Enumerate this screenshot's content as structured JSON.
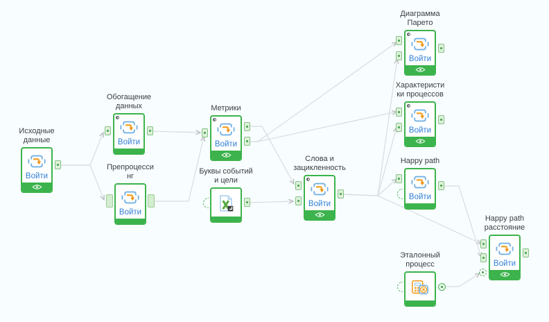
{
  "app": {
    "kind": "process-mining-workflow-canvas"
  },
  "colors": {
    "node_green": "#3cb34c",
    "background": "#f8fdff",
    "edge_gray": "#d9dcdd",
    "enter_blue": "#2e7fd6",
    "icon_blue": "#72b1e4",
    "icon_orange": "#f2a024",
    "excel_green": "#57a843",
    "label_text": "#3a3d40"
  },
  "icons": {
    "node_main": "enter-component-icon (blue brackets with orange down arrow)",
    "excel": "excel-file-icon",
    "reference": "table-calculator-icon",
    "footer": "eye-icon",
    "corner": "status-half-circle-icon"
  },
  "nodes": [
    {
      "name": "ishodnye-dannye",
      "line1": "Исходные",
      "line2": "данные",
      "button": "Войти"
    },
    {
      "name": "obogashchenie-dannykh",
      "line1": "Обогащение",
      "line2": "данных",
      "button": "Войти"
    },
    {
      "name": "preprocessing",
      "line1": "Препроцесси",
      "line2": "нг",
      "button": "Войти"
    },
    {
      "name": "metriki",
      "line1": "Метрики",
      "line2": "",
      "button": "Войти"
    },
    {
      "name": "bukvy-sobytiy-i-tseli",
      "line1": "Буквы событий",
      "line2": "и цели",
      "button": ""
    },
    {
      "name": "slova-i-zatsiklennost",
      "line1": "Слова и",
      "line2": "зацикленность",
      "button": "Войти"
    },
    {
      "name": "diagramma-pareto",
      "line1": "Диаграмма",
      "line2": "Парето",
      "button": "Войти"
    },
    {
      "name": "kharakteristiki-protsessov",
      "line1": "Характеристи",
      "line2": "ки процессов",
      "button": "Войти"
    },
    {
      "name": "happy-path",
      "line1": "Happy path",
      "line2": "",
      "button": "Войти"
    },
    {
      "name": "happy-path-rasstoyanie",
      "line1": "Happy path",
      "line2": "расстояние",
      "button": "Войти"
    },
    {
      "name": "etalonnyy-protsess",
      "line1": "Эталонный",
      "line2": "процесс",
      "button": ""
    }
  ],
  "edges": [
    {
      "from": "ishodnye-dannye",
      "to": "obogashchenie-dannykh"
    },
    {
      "from": "ishodnye-dannye",
      "to": "preprocessing"
    },
    {
      "from": "obogashchenie-dannykh",
      "to": "metriki"
    },
    {
      "from": "preprocessing",
      "to": "metriki"
    },
    {
      "from": "metriki",
      "to": "slova-i-zatsiklennost"
    },
    {
      "from": "metriki",
      "to": "diagramma-pareto"
    },
    {
      "from": "metriki",
      "to": "kharakteristiki-protsessov"
    },
    {
      "from": "bukvy-sobytiy-i-tseli",
      "to": "slova-i-zatsiklennost"
    },
    {
      "from": "slova-i-zatsiklennost",
      "to": "diagramma-pareto"
    },
    {
      "from": "slova-i-zatsiklennost",
      "to": "kharakteristiki-protsessov"
    },
    {
      "from": "slova-i-zatsiklennost",
      "to": "happy-path"
    },
    {
      "from": "slova-i-zatsiklennost",
      "to": "happy-path-rasstoyanie"
    },
    {
      "from": "happy-path",
      "to": "happy-path-rasstoyanie"
    },
    {
      "from": "etalonnyy-protsess",
      "to": "happy-path-rasstoyanie"
    }
  ]
}
